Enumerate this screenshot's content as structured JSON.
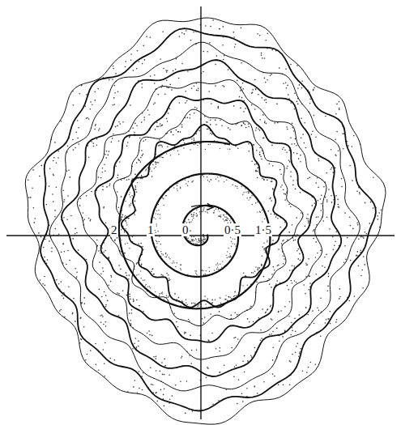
{
  "diagram": {
    "labels": [
      "2",
      "1",
      "0",
      "0·5",
      "1·5"
    ]
  }
}
